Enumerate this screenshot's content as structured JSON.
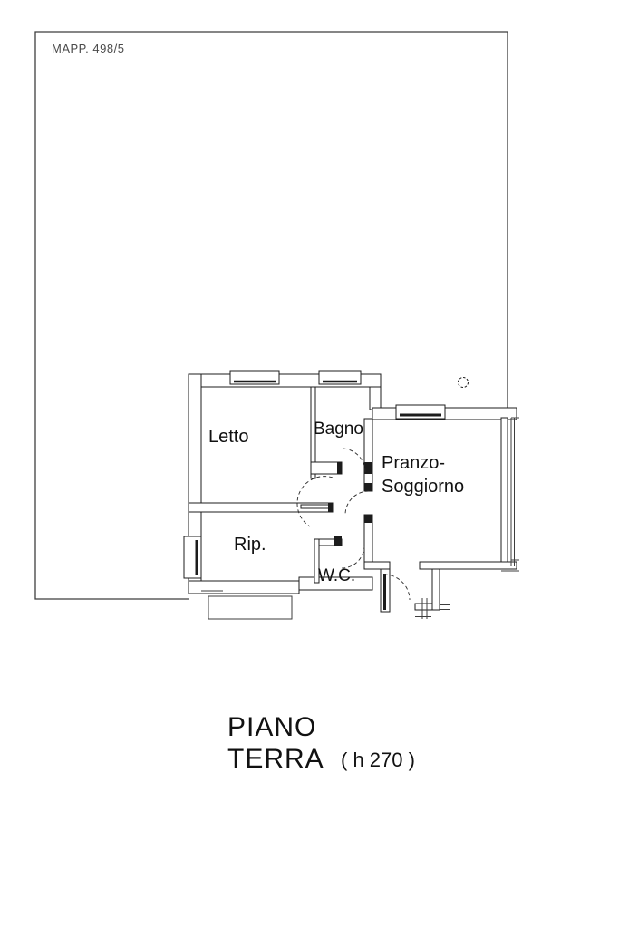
{
  "map_label": "MAPP. 498/5",
  "rooms": {
    "letto": "Letto",
    "bagno": "Bagno",
    "pranzo_line1": "Pranzo-",
    "pranzo_line2": "Soggiorno",
    "rip": "Rip.",
    "wc": "W.C."
  },
  "title": {
    "line1": "PIANO",
    "line2": "TERRA",
    "height_note": "( h 270 )"
  },
  "colors": {
    "line": "#1c1c1c",
    "boundary": "#3e3e3e",
    "muted_label": "#4a4a4a",
    "background": "#ffffff"
  }
}
